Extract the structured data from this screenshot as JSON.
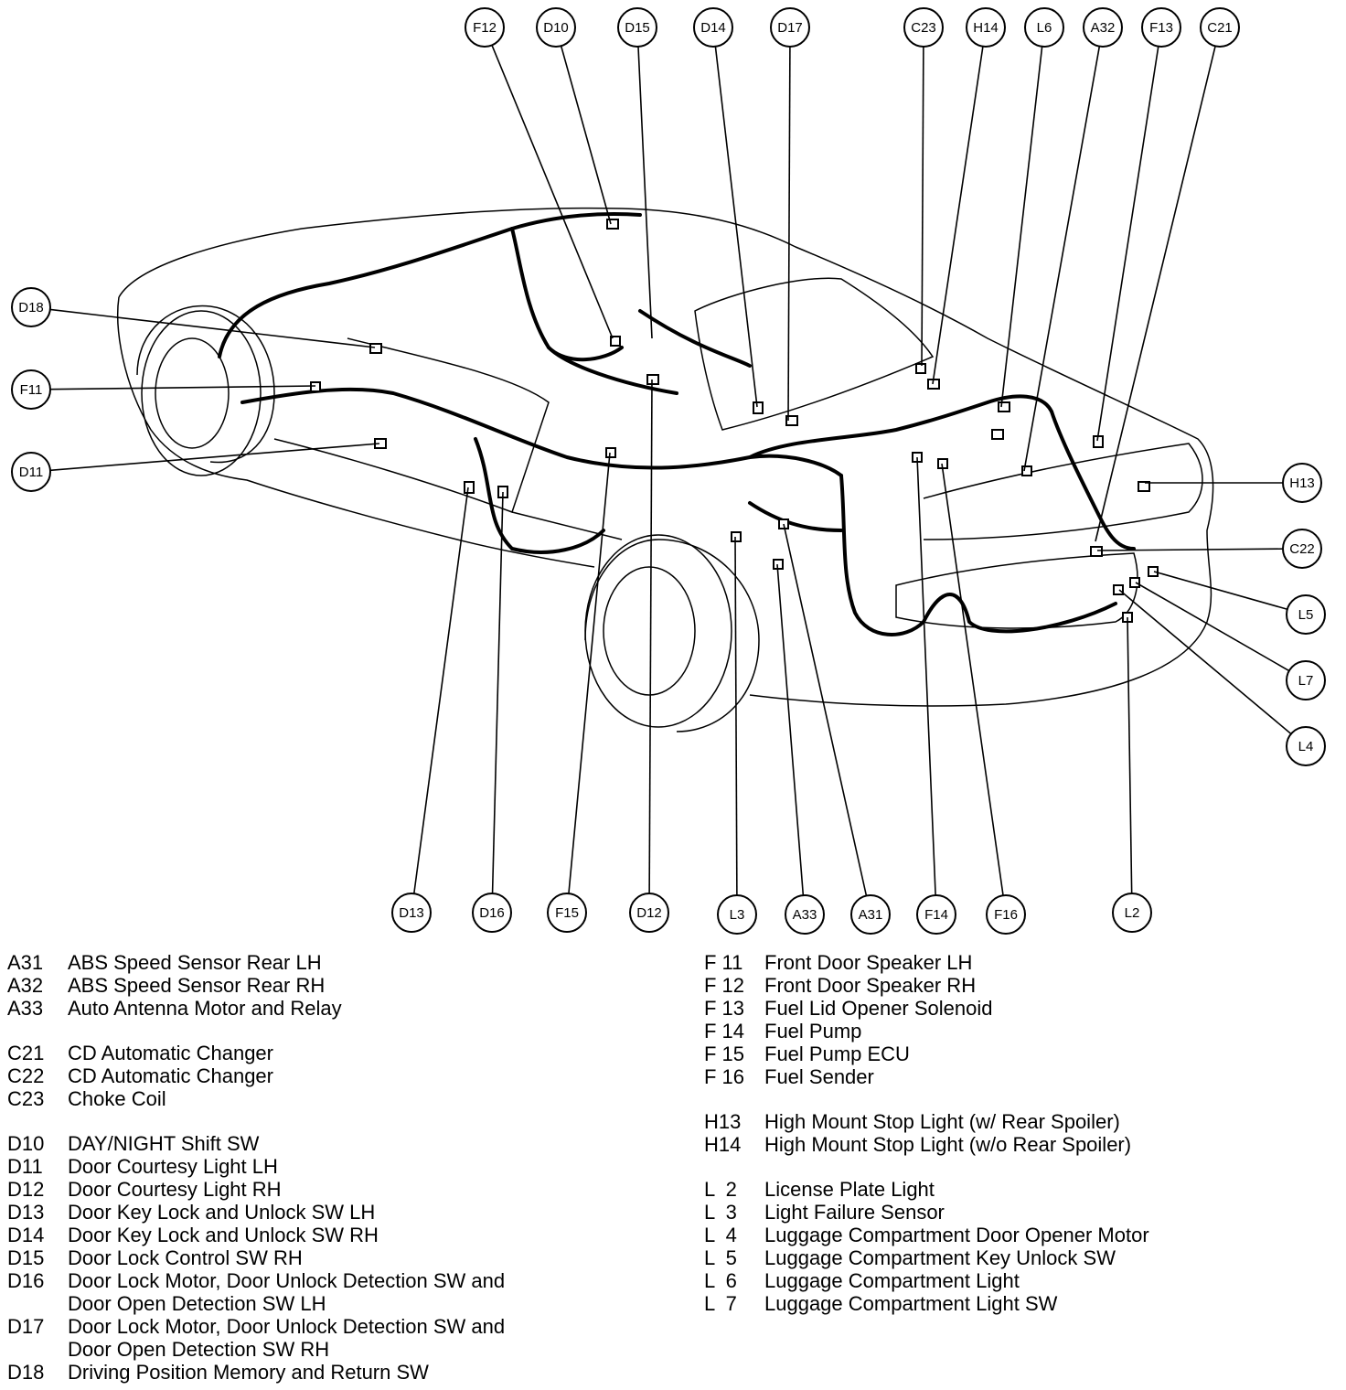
{
  "callouts": [
    {
      "id": "F12"
    },
    {
      "id": "D10"
    },
    {
      "id": "D15"
    },
    {
      "id": "D14"
    },
    {
      "id": "D17"
    },
    {
      "id": "C23"
    },
    {
      "id": "H14"
    },
    {
      "id": "L6"
    },
    {
      "id": "A32"
    },
    {
      "id": "F13"
    },
    {
      "id": "C21"
    },
    {
      "id": "D18"
    },
    {
      "id": "F11"
    },
    {
      "id": "D11"
    },
    {
      "id": "H13"
    },
    {
      "id": "C22"
    },
    {
      "id": "L5"
    },
    {
      "id": "L7"
    },
    {
      "id": "L4"
    },
    {
      "id": "D13"
    },
    {
      "id": "D16"
    },
    {
      "id": "F15"
    },
    {
      "id": "D12"
    },
    {
      "id": "L3"
    },
    {
      "id": "A33"
    },
    {
      "id": "A31"
    },
    {
      "id": "F14"
    },
    {
      "id": "F16"
    },
    {
      "id": "L2"
    }
  ],
  "legend_left": [
    {
      "code": "A31",
      "desc": "ABS Speed Sensor Rear LH"
    },
    {
      "code": "A32",
      "desc": "ABS Speed Sensor Rear RH"
    },
    {
      "code": "A33",
      "desc": "Auto Antenna Motor and Relay"
    },
    {
      "gap": true
    },
    {
      "code": "C21",
      "desc": "CD Automatic Changer"
    },
    {
      "code": "C22",
      "desc": "CD Automatic Changer"
    },
    {
      "code": "C23",
      "desc": "Choke Coil"
    },
    {
      "gap": true
    },
    {
      "code": "D10",
      "desc": "DAY/NIGHT Shift SW"
    },
    {
      "code": "D11",
      "desc": "Door Courtesy Light LH"
    },
    {
      "code": "D12",
      "desc": "Door Courtesy Light RH"
    },
    {
      "code": "D13",
      "desc": "Door Key Lock and Unlock SW LH"
    },
    {
      "code": "D14",
      "desc": "Door Key Lock and Unlock SW RH"
    },
    {
      "code": "D15",
      "desc": "Door Lock Control SW RH"
    },
    {
      "code": "D16",
      "desc": "Door Lock Motor, Door Unlock Detection SW and"
    },
    {
      "code": "",
      "desc": "Door Open Detection SW LH"
    },
    {
      "code": "D17",
      "desc": "Door Lock Motor, Door Unlock Detection SW and"
    },
    {
      "code": "",
      "desc": "Door Open Detection SW RH"
    },
    {
      "code": "D18",
      "desc": "Driving Position Memory and Return SW"
    }
  ],
  "legend_right": [
    {
      "code": "F 11",
      "desc": "Front Door Speaker LH"
    },
    {
      "code": "F 12",
      "desc": "Front Door Speaker RH"
    },
    {
      "code": "F 13",
      "desc": "Fuel Lid Opener Solenoid"
    },
    {
      "code": "F 14",
      "desc": "Fuel Pump"
    },
    {
      "code": "F 15",
      "desc": "Fuel Pump ECU"
    },
    {
      "code": "F 16",
      "desc": "Fuel Sender"
    },
    {
      "gap": true
    },
    {
      "code": "H13",
      "desc": "High Mount Stop Light (w/ Rear Spoiler)"
    },
    {
      "code": "H14",
      "desc": "High Mount Stop Light (w/o Rear Spoiler)"
    },
    {
      "gap": true
    },
    {
      "code": "L  2",
      "desc": "License Plate Light"
    },
    {
      "code": "L  3",
      "desc": "Light Failure Sensor"
    },
    {
      "code": "L  4",
      "desc": "Luggage Compartment Door Opener Motor"
    },
    {
      "code": "L  5",
      "desc": "Luggage Compartment Key Unlock SW"
    },
    {
      "code": "L  6",
      "desc": "Luggage Compartment Light"
    },
    {
      "code": "L  7",
      "desc": "Luggage Compartment Light SW"
    }
  ]
}
